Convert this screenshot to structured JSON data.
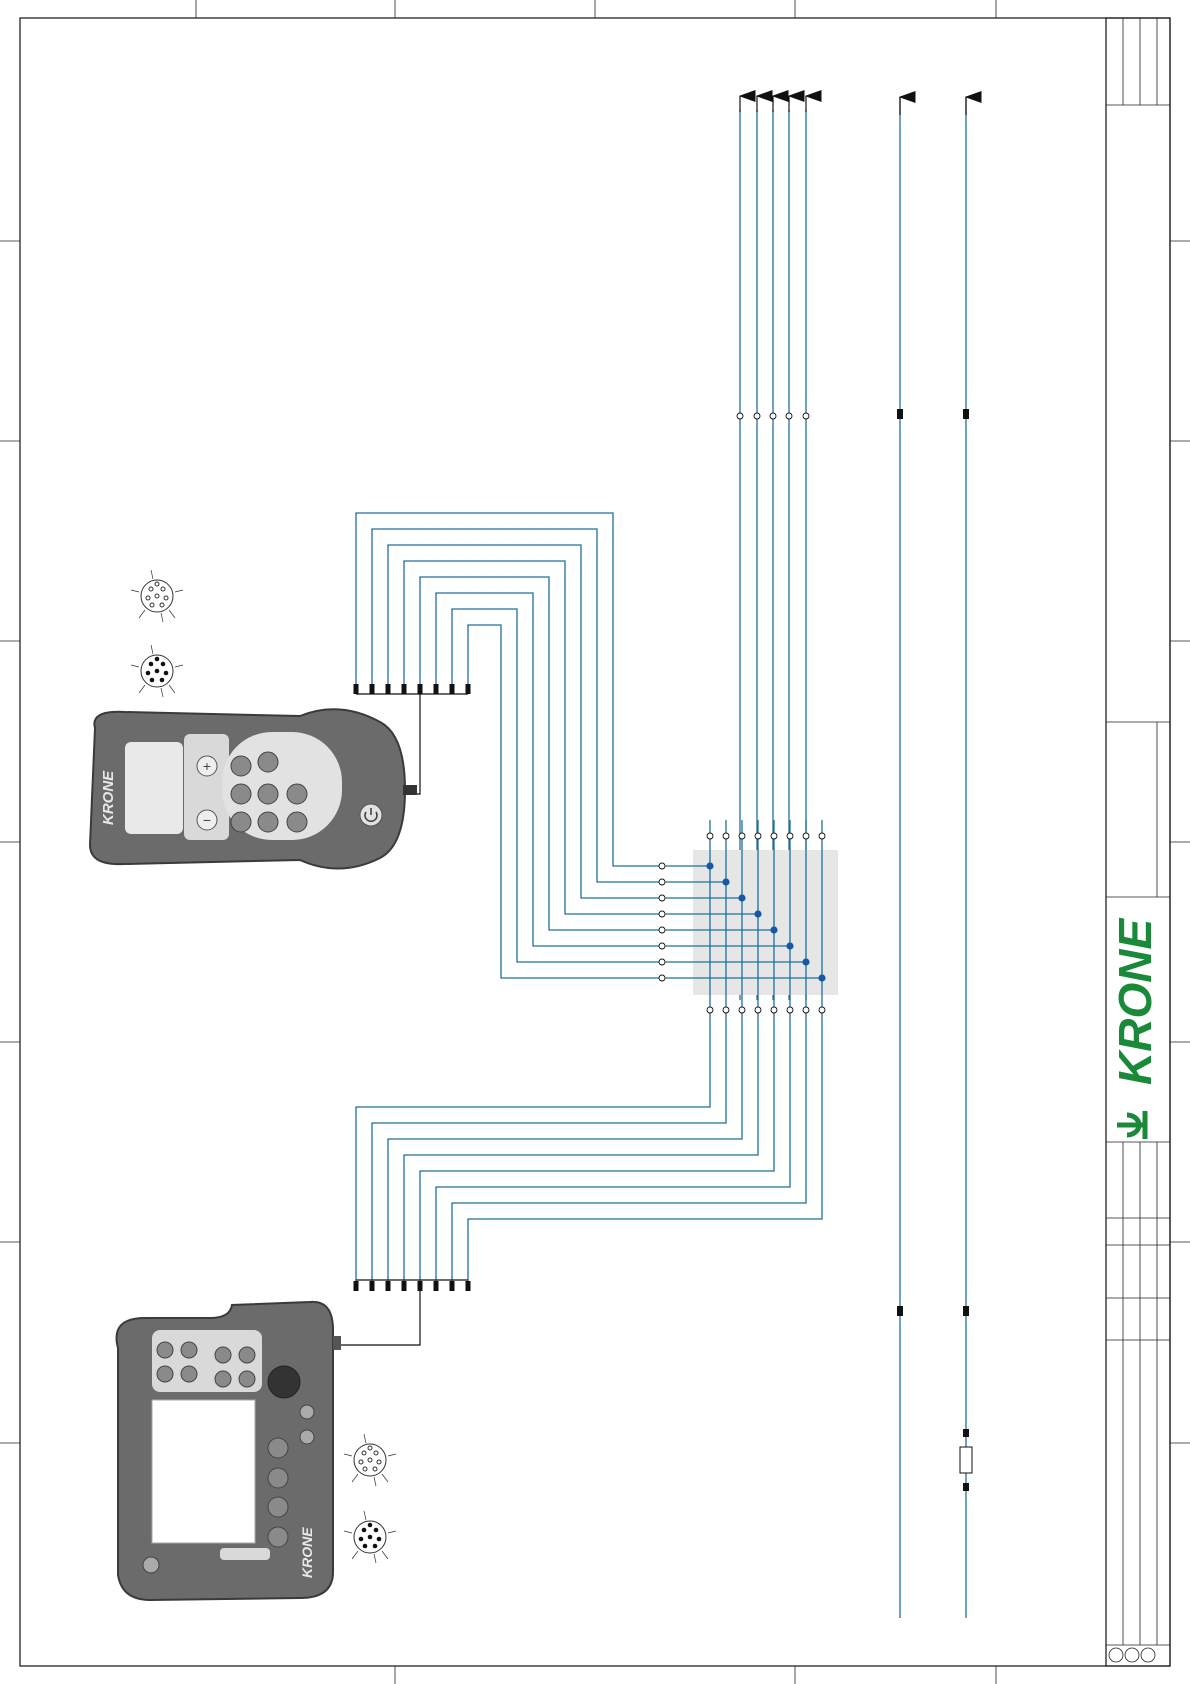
{
  "brand": {
    "logo_text": "KRONE",
    "color": "#1a8a3a"
  },
  "devices": {
    "handheld": {
      "brand_label": "KRONE",
      "keys": [
        "+",
        "−"
      ]
    },
    "terminal": {
      "brand_label": "KRONE"
    }
  },
  "colors": {
    "wire": "#1f6f9a",
    "node": "#1a56a6",
    "module_fill": "#e6e6e6",
    "device_body": "#6b6b6b"
  }
}
